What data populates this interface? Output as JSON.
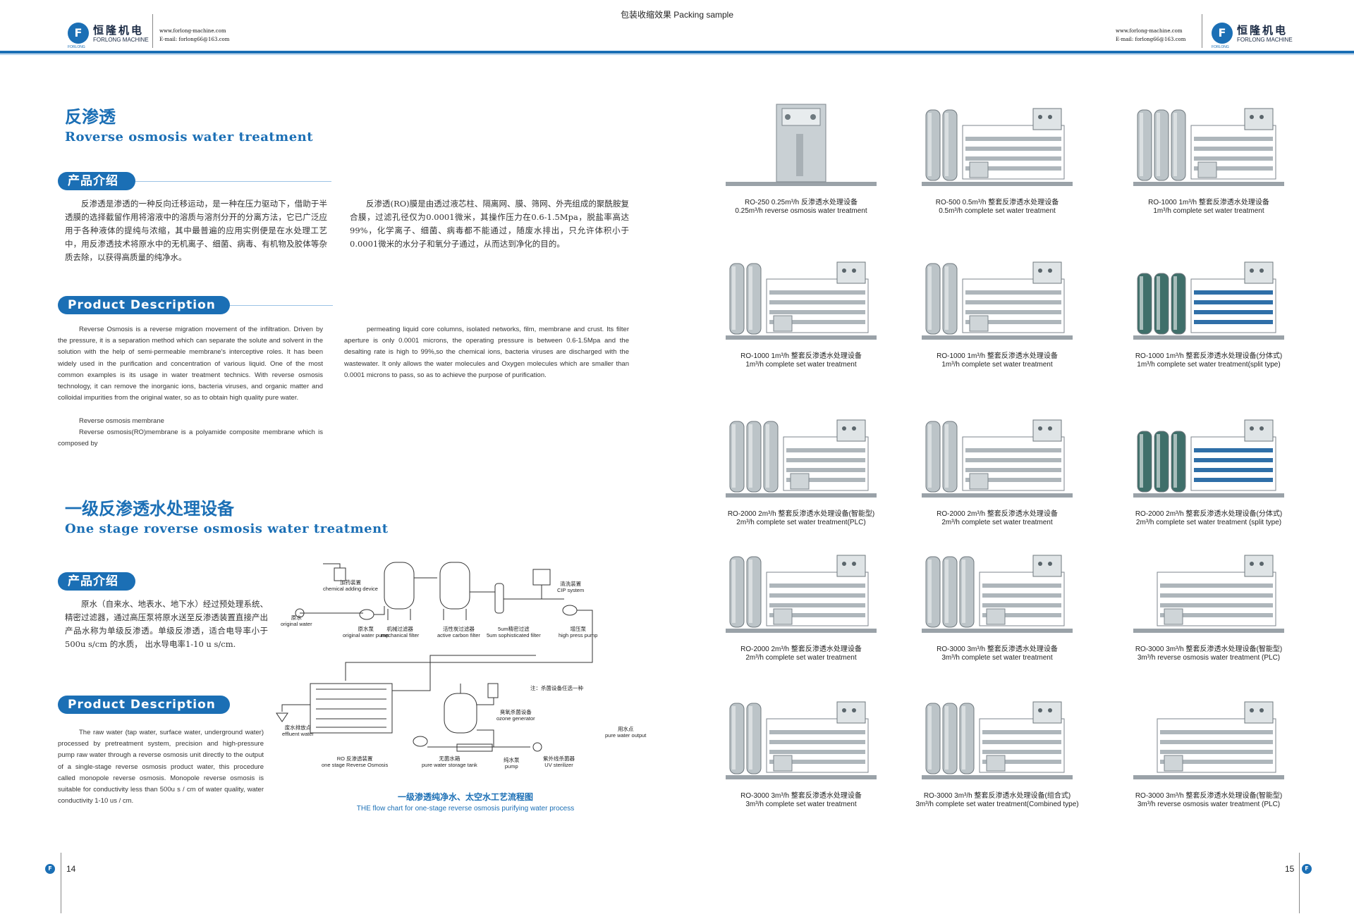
{
  "header": {
    "center_title": "包装收缩效果 Packing sample",
    "logo_cn": "恒隆机电",
    "logo_en": "FORLONG MACHINE",
    "logo_sub": "FORLONG",
    "website": "www.forlong-machine.com",
    "email": "E-mail: forlong66@163.com",
    "accent": "#1b6fb5"
  },
  "ro": {
    "cn_title": "反渗透",
    "en_title": "Roverse osmosis water treatment",
    "intro_label": "产品介绍",
    "cn_para1": "反渗透是渗透的一种反向迁移运动，是一种在压力驱动下，借助于半透膜的选择截留作用将溶液中的溶质与溶剂分开的分离方法，它已广泛应用于各种液体的提纯与浓缩，其中最普遍的应用实例便是在水处理工艺中，用反渗透技术将原水中的无机离子、细菌、病毒、有机物及胶体等杂质去除，以获得高质量的纯净水。",
    "cn_para2": "反渗透(RO)膜是由透过液芯柱、隔离网、膜、筛网、外壳组成的聚酰胺复合膜，过滤孔径仅为0.0001微米，其操作压力在0.6-1.5Mpa，脱盐率高达99%，化学离子、细菌、病毒都不能通过，随废水排出，只允许体积小于0.0001微米的水分子和氧分子通过，从而达到净化的目的。",
    "desc_label": "Product Description",
    "en_para1": "Reverse Osmosis is a reverse migration movement of the infiltration. Driven by the pressure, it is a separation method which can separate the solute and solvent in the solution with the help of semi-permeable membrane's interceptive roles. It has been widely used in the purification and concentration of various liquid. One of the most common examples is its usage in water treatment technics. With reverse osmosis technology, it can remove the inorganic ions, bacteria viruses, and organic matter and colloidal impurities from the original water, so as to obtain high quality pure water.",
    "en_para1b": "Reverse osmosis membrane",
    "en_para1c": "Reverse osmosis(RO)membrane is a polyamide composite membrane which is composed by",
    "en_para2": "permeating liquid core columns, isolated networks, film, membrane and crust. Its filter aperture is only 0.0001 microns, the operating pressure is between 0.6-1.5Mpa and the desalting rate is high to 99%,so the chemical ions, bacteria viruses are discharged with the wastewater. It only allows the water molecules and Oxygen molecules which are smaller than 0.0001 microns to pass, so as to achieve the purpose of purification."
  },
  "stage": {
    "cn_title": "一级反渗透水处理设备",
    "en_title": "One stage roverse osmosis water treatment",
    "intro_label": "产品介绍",
    "cn_para": "原水（自来水、地表水、地下水）经过预处理系统、精密过滤器，通过高压泵将原水送至反渗透装置直接产出产品水称为单级反渗透。单级反渗透，适合电导率小于500u s/cm 的水质， 出水导电率1-10 u s/cm.",
    "desc_label": "Product Description",
    "en_para": "The raw water (tap water, surface water, underground water) processed by pretreatment system, precision and high-pressure pump raw water through a reverse osmosis unit directly to the output of a single-stage reverse osmosis product water, this procedure called monopole reverse osmosis. Monopole reverse osmosis is suitable for conductivity less than 500u s / cm of water quality, water conductivity 1-10 us / cm."
  },
  "flow": {
    "title_cn": "一级渗透纯净水、太空水工艺流程图",
    "title_en": "THE flow chart for one-stage reverse osmosis purifying water process",
    "note": "注：杀菌设备任选一种",
    "labels": [
      {
        "cn": "加药装置",
        "en": "chemical adding device"
      },
      {
        "cn": "原水",
        "en": "original water"
      },
      {
        "cn": "原水泵",
        "en": "original water pump"
      },
      {
        "cn": "机械过滤器",
        "en": "mechanical filter"
      },
      {
        "cn": "活性炭过滤器",
        "en": "active carbon filter"
      },
      {
        "cn": "5um精密过滤",
        "en": "5um sophisticated filter"
      },
      {
        "cn": "清洗装置",
        "en": "CIP system"
      },
      {
        "cn": "增压泵",
        "en": "high press pump"
      },
      {
        "cn": "废水排放点",
        "en": "effluent water"
      },
      {
        "cn": "RO 反渗透装置",
        "en": "one stage Reverse Osmosis"
      },
      {
        "cn": "无菌水箱",
        "en": "pure water storage tank"
      },
      {
        "cn": "臭氧杀菌设备",
        "en": "ozone generator"
      },
      {
        "cn": "纯水泵",
        "en": "pump"
      },
      {
        "cn": "紫外线杀菌器",
        "en": "UV sterilizer"
      },
      {
        "cn": "用水点",
        "en": "pure water output"
      }
    ]
  },
  "products": [
    {
      "cap1": "RO-250  0.25m³/h 反渗透水处理设备",
      "cap2": "0.25m³/h reverse osmosis water treatment"
    },
    {
      "cap1": "RO-500  0.5m³/h 整套反渗透水处理设备",
      "cap2": "0.5m³/h  complete set water treatment"
    },
    {
      "cap1": "RO-1000  1m³/h 整套反渗透水处理设备",
      "cap2": "1m³/h  complete set water treatment"
    },
    {
      "cap1": "RO-1000  1m³/h 整套反渗透水处理设备",
      "cap2": "1m³/h  complete set water treatment"
    },
    {
      "cap1": "RO-1000  1m³/h 整套反渗透水处理设备",
      "cap2": "1m³/h  complete set water treatment"
    },
    {
      "cap1": "RO-1000  1m³/h 整套反渗透水处理设备(分体式)",
      "cap2": "1m³/h  complete set water treatment(split type)"
    },
    {
      "cap1": "RO-2000  2m³/h 整套反渗透水处理设备(智能型)",
      "cap2": "2m³/h  complete set water treatment(PLC)"
    },
    {
      "cap1": "RO-2000  2m³/h 整套反渗透水处理设备",
      "cap2": "2m³/h  complete set water treatment"
    },
    {
      "cap1": "RO-2000  2m³/h 整套反渗透水处理设备(分体式)",
      "cap2": "2m³/h  complete set water treatment  (split type)"
    },
    {
      "cap1": "RO-2000  2m³/h 整套反渗透水处理设备",
      "cap2": "2m³/h  complete set water treatment"
    },
    {
      "cap1": "RO-3000  3m³/h 整套反渗透水处理设备",
      "cap2": "3m³/h  complete set water treatment"
    },
    {
      "cap1": "RO-3000  3m³/h 整套反渗透水处理设备(智能型)",
      "cap2": "3m³/h  reverse osmosis water treatment  (PLC)"
    },
    {
      "cap1": "RO-3000  3m³/h 整套反渗透水处理设备",
      "cap2": "3m³/h  complete set water treatment"
    },
    {
      "cap1": "RO-3000  3m³/h 整套反渗透水处理设备(组合式)",
      "cap2": "3m³/h  complete set water treatment(Combined type)"
    },
    {
      "cap1": "RO-3000  3m³/h 整套反渗透水处理设备(智能型)",
      "cap2": "3m³/h  reverse osmosis water treatment  (PLC)"
    }
  ],
  "footer": {
    "page_left": "14",
    "page_right": "15"
  }
}
